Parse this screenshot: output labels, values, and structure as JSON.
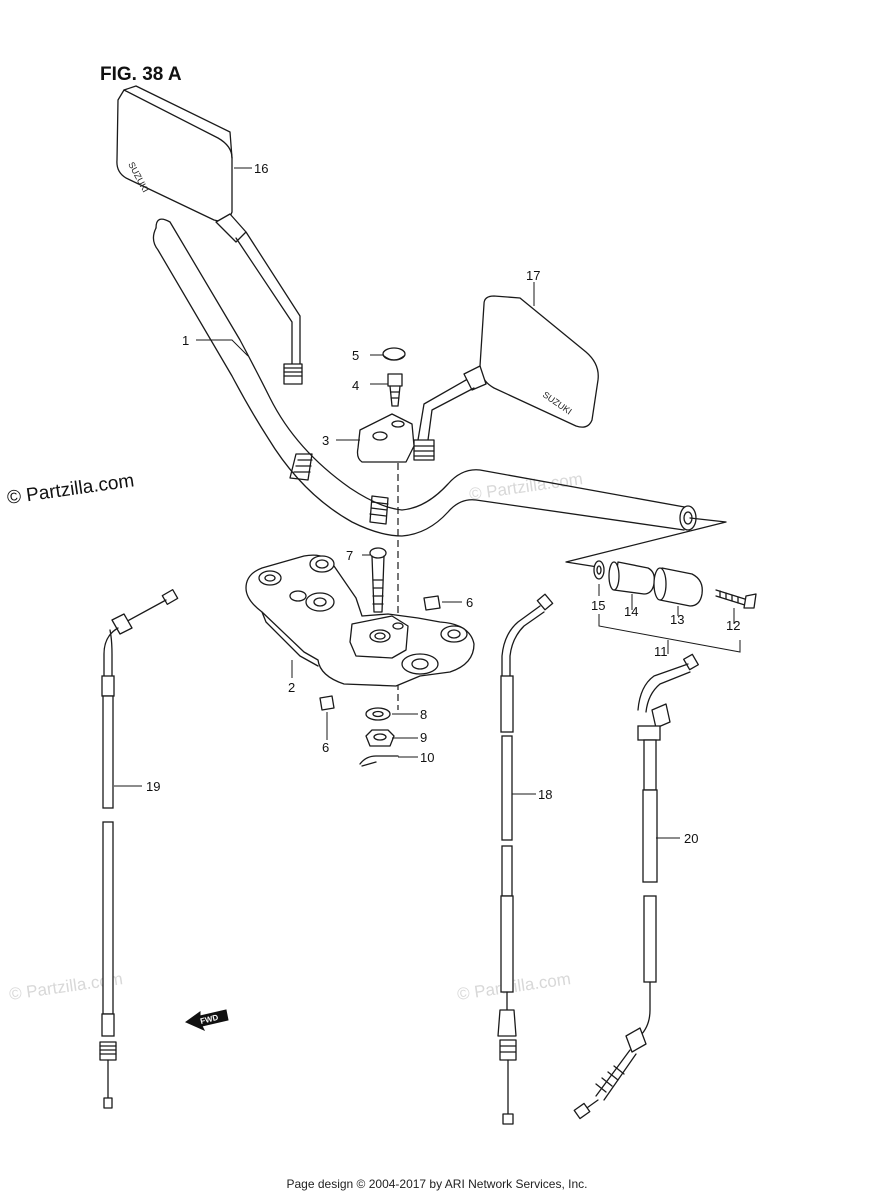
{
  "figure_title": "FIG. 38 A",
  "watermark_text": "© Partzilla.com",
  "mirror_brand": "SUZUKI",
  "direction_marker": "FWD",
  "footer": "Page design © 2004-2017 by ARI Network Services, Inc.",
  "callouts": {
    "c1": "1",
    "c2": "2",
    "c3": "3",
    "c4": "4",
    "c5": "5",
    "c6a": "6",
    "c6b": "6",
    "c7": "7",
    "c8": "8",
    "c9": "9",
    "c10": "10",
    "c11": "11",
    "c12": "12",
    "c13": "13",
    "c14": "14",
    "c15": "15",
    "c16": "16",
    "c17": "17",
    "c18": "18",
    "c19": "19",
    "c20": "20"
  }
}
